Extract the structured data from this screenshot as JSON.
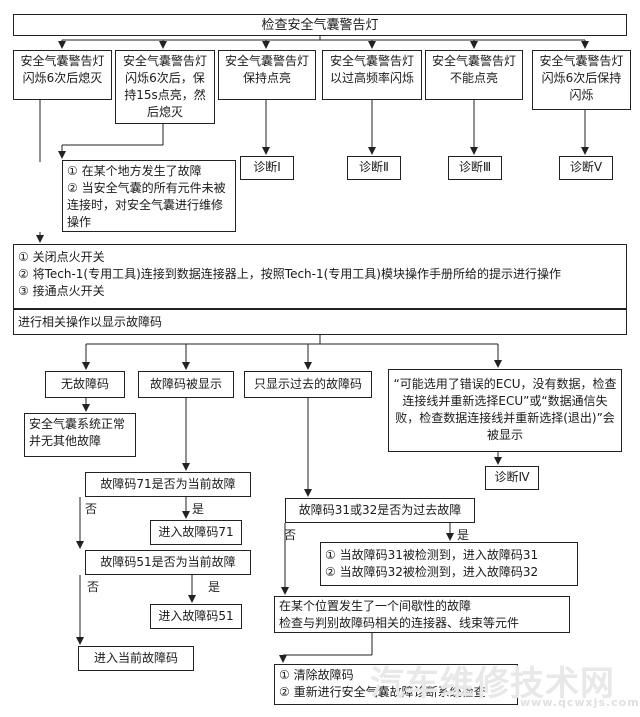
{
  "title": "检查安全气囊警告灯",
  "symptoms": [
    "安全气囊警告灯闪烁6次后熄灭",
    "安全气囊警告灯闪烁6次后，保持15s点亮，然后熄灭",
    "安全气囊警告灯保持点亮",
    "安全气囊警告灯以过高频率闪烁",
    "安全气囊警告灯不能点亮",
    "安全气囊警告灯闪烁6次后保持闪烁"
  ],
  "fault_note": [
    "① 在某个地方发生了故障",
    "② 当安全气囊的所有元件未被连接时，对安全气囊进行维修操作"
  ],
  "diagnoses": [
    "诊断Ⅰ",
    "诊断Ⅱ",
    "诊断Ⅲ",
    "诊断Ⅴ"
  ],
  "steps": [
    "① 关闭点火开关",
    "② 将Tech-1(专用工具)连接到数据连接器上，按照Tech-1(专用工具)模块操作手册所给的提示进行操作",
    "③ 接通点火开关"
  ],
  "display_codes": "进行相关操作以显示故障码",
  "branches": [
    "无故障码",
    "故障码被显示",
    "只显示过去的故障码"
  ],
  "ecu_message": "“可能选用了错误的ECU，没有数据，检查连接线并重新选择ECU”或“数据通信失败，检查数据连接线并重新选择(退出)”会被显示",
  "diag4": "诊断Ⅳ",
  "normal": "安全气囊系统正常并无其他故障",
  "q71": "故障码71是否为当前故障",
  "go71": "进入故障码71",
  "q51": "故障码51是否为当前故障",
  "go51": "进入故障码51",
  "go_current": "进入当前故障码",
  "q31": "故障码31或32是否为过去故障",
  "r31": [
    "① 当故障码31被检测到，进入故障码31",
    "② 当故障码32被检测到，进入故障码32"
  ],
  "intermittent": [
    "在某个位置发生了一个间歇性的故障",
    "检查与判别故障码相关的连接器、线束等元件"
  ],
  "final": [
    "① 清除故障码",
    "② 重新进行安全气囊故障诊断系统检查"
  ],
  "yes": "是",
  "no": "否",
  "watermark": [
    "汽车维修技术网",
    "www.qcwxjs.com"
  ]
}
